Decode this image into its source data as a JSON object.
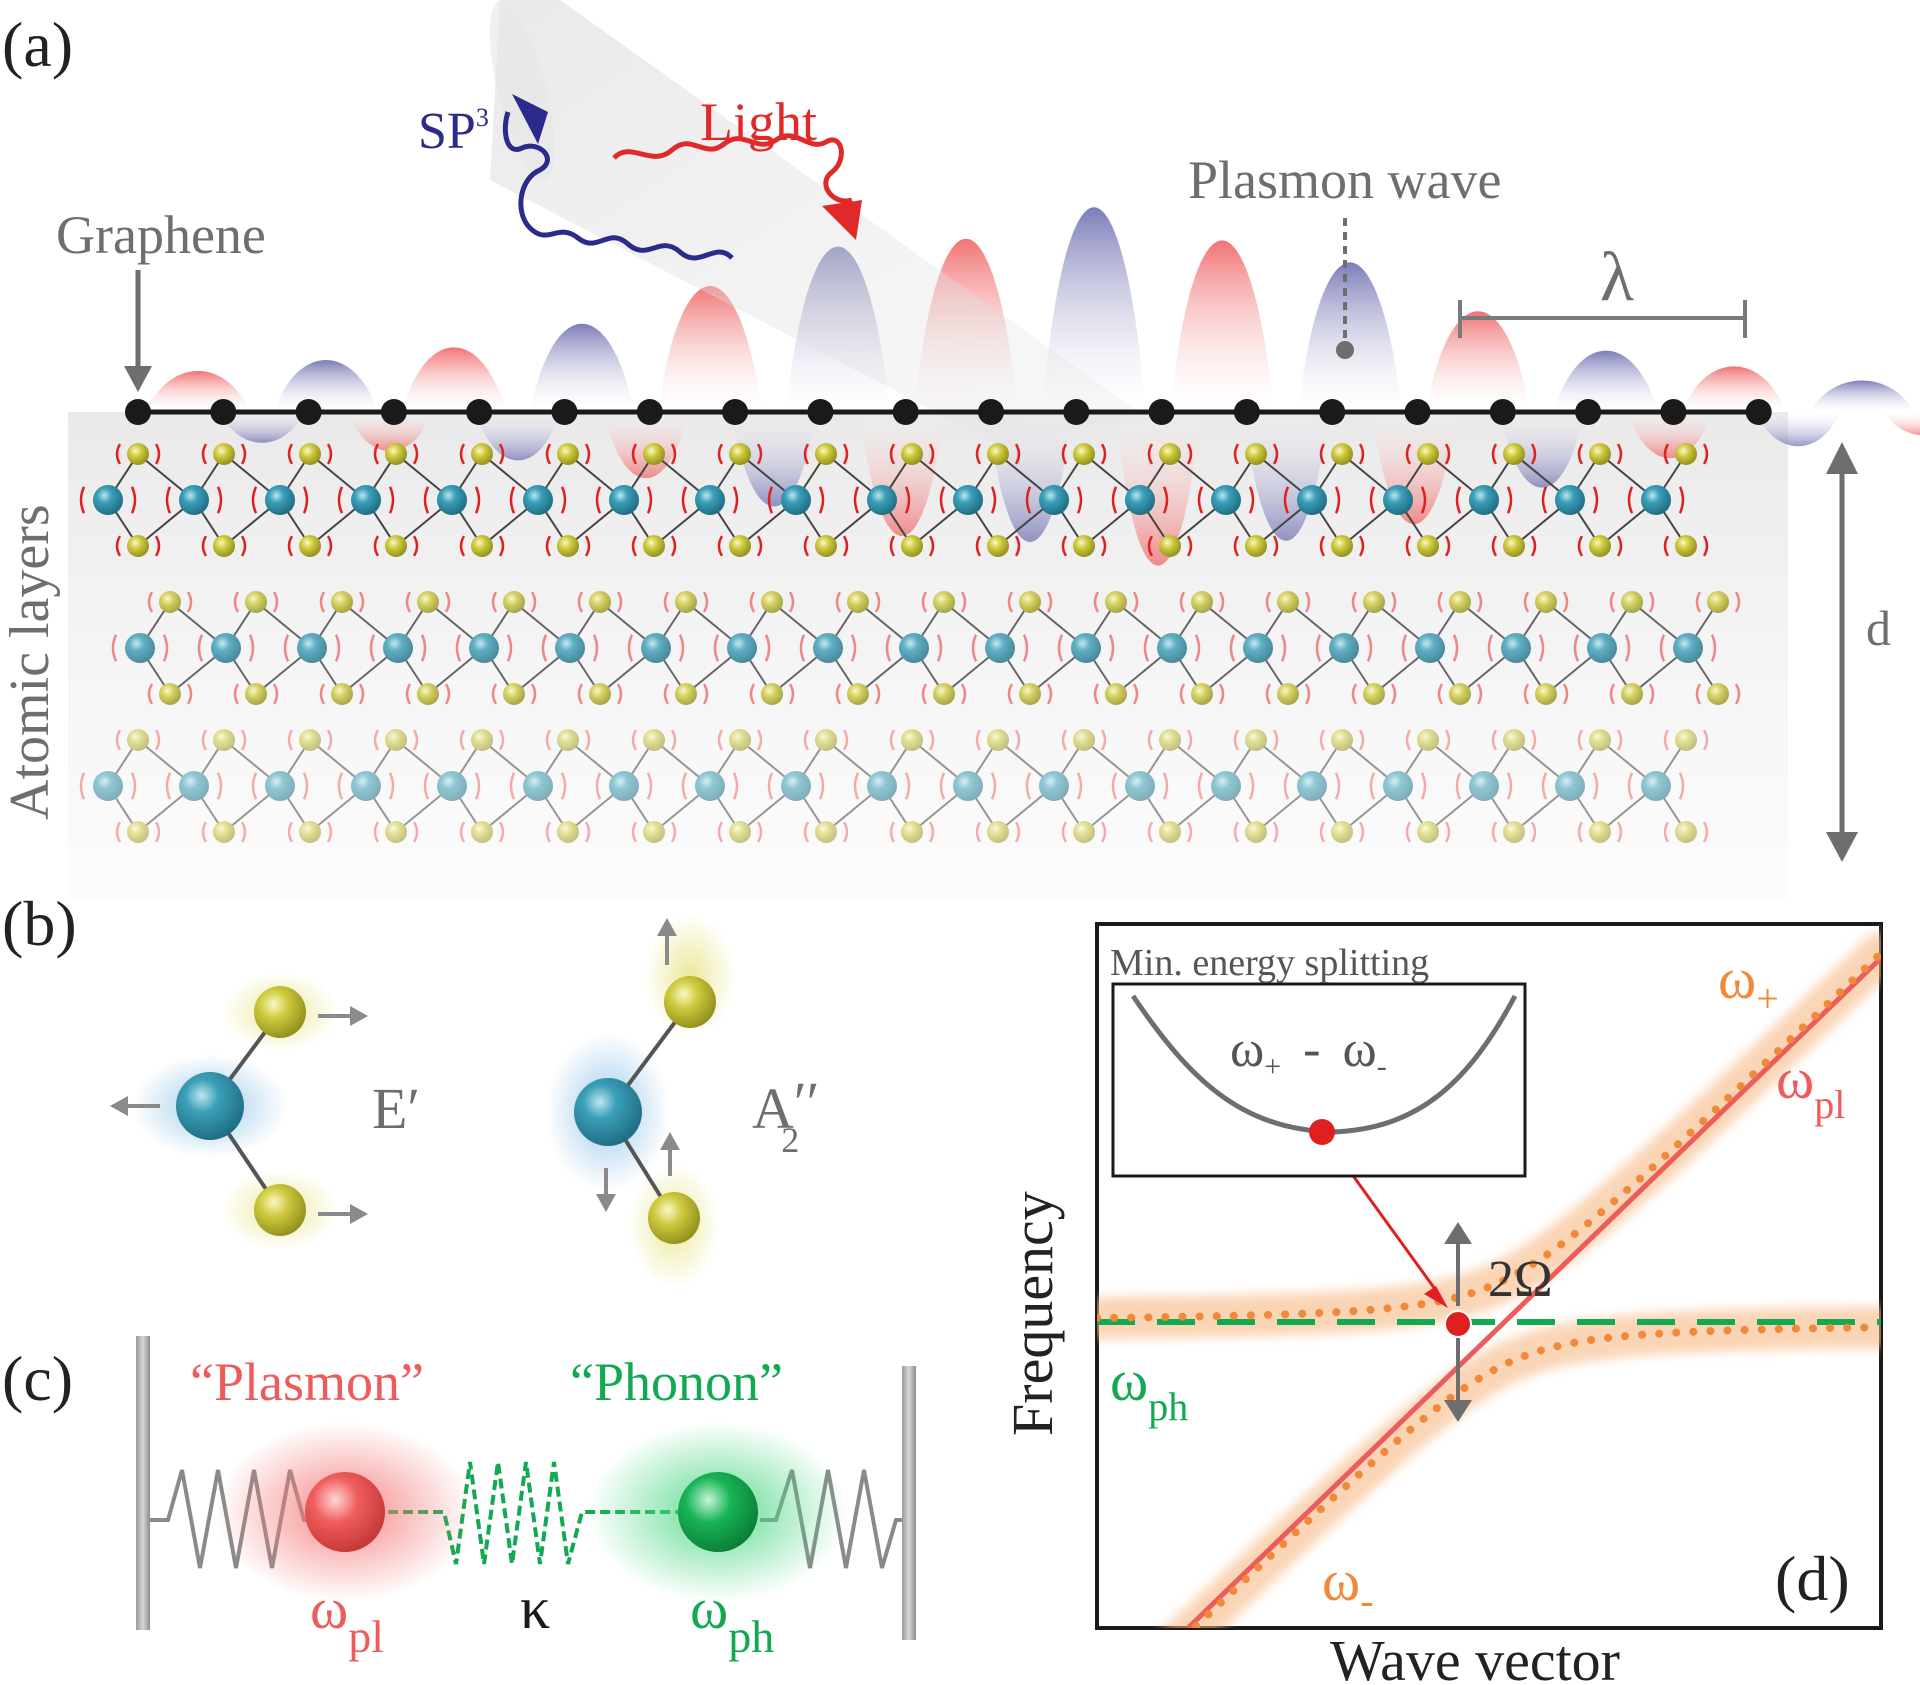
{
  "panels": {
    "a": {
      "label": "(a)",
      "graphene_label": "Graphene",
      "sp3_label": "SP",
      "sp3_superscript": "3",
      "light_label": "Light",
      "plasmon_wave_label": "Plasmon wave",
      "wavelength_symbol": "λ",
      "atomic_layers_label": "Atomic layers",
      "thickness_symbol": "d"
    },
    "b": {
      "label": "(b)",
      "mode1": "E′",
      "mode2_main": "A",
      "mode2_super": "′′",
      "mode2_sub": "2"
    },
    "c": {
      "label": "(c)",
      "plasmon_quote": "“Plasmon”",
      "phonon_quote": "“Phonon”",
      "omega": "ω",
      "pl_sub": "pl",
      "ph_sub": "ph",
      "coupling": "κ"
    },
    "d": {
      "label": "(d)",
      "xlabel": "Wave vector",
      "ylabel": "Frequency",
      "inset_title": "Min. energy splitting",
      "inset_formula_a": "ω",
      "inset_plus": "+",
      "inset_dash": "-",
      "inset_formula_b": "ω",
      "inset_minus": "-",
      "splitting_label": "2Ω",
      "omega_plus": "ω",
      "plus_sub": "+",
      "omega_minus": "ω",
      "minus_sub": "-",
      "omega_pl": "ω",
      "pl_sub": "pl",
      "omega_ph": "ω",
      "ph_sub": "ph"
    }
  },
  "colors": {
    "plasmon_red": "#ee5b5b",
    "wave_blue": "#5c5ca8",
    "phonon_green": "#13a852",
    "polariton_orange": "#f08a3a",
    "metal_atom": "#2e8fa8",
    "chalcogen_atom": "#c9c63a",
    "graphene_black": "#1a1a1a"
  }
}
